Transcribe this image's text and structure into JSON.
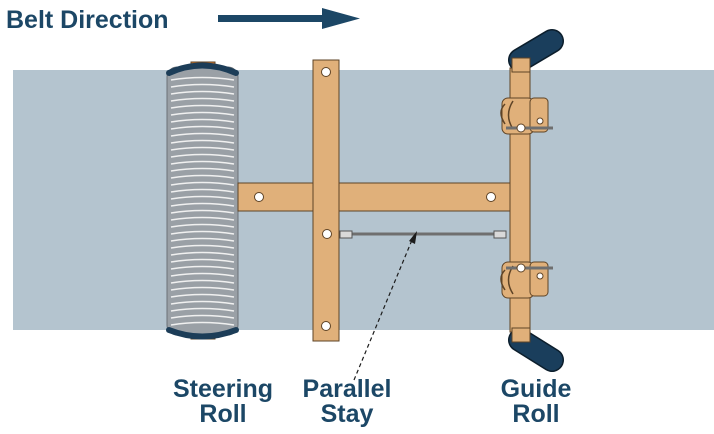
{
  "title": "Belt Direction",
  "labels": {
    "steering_roll": [
      "Steering",
      "Roll"
    ],
    "parallel_stay": [
      "Parallel",
      "Stay"
    ],
    "guide_roll": [
      "Guide",
      "Roll"
    ]
  },
  "colors": {
    "text": "#1c4766",
    "arrow": "#1c4766",
    "belt": "#b4c4cf",
    "frame": "#e0b07a",
    "frame_stroke": "#5e4326",
    "roll_fill": "#9aa0a6",
    "roll_groove": "#f0f0f0",
    "roll_cap": "#1c3d58",
    "end_cap": "#df7e2a",
    "handle": "#1a3e5c"
  }
}
